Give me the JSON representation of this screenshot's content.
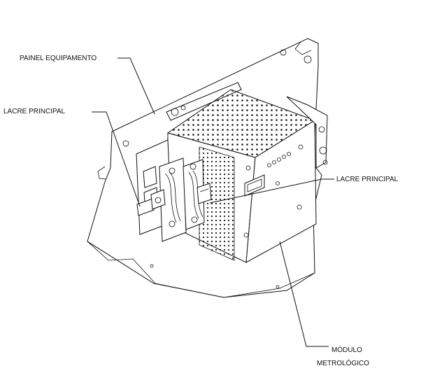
{
  "labels": {
    "painel": "PAINEL EQUIPAMENTO",
    "lacre_left": "LACRE PRINCIPAL",
    "lacre_right": "LACRE PRINCIPAL",
    "modulo_line1": "MÓDULO",
    "modulo_line2": "METROLÓGICO"
  },
  "colors": {
    "line": "#111111",
    "background": "#ffffff"
  }
}
